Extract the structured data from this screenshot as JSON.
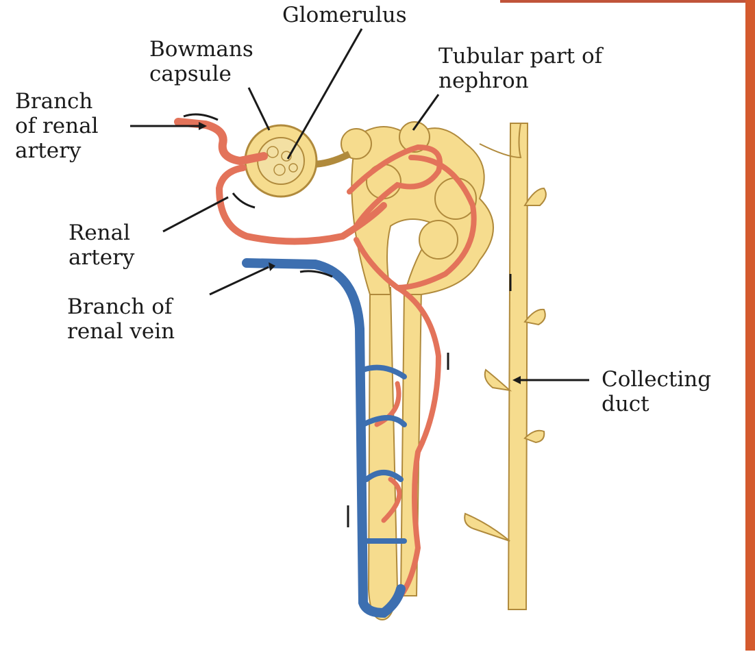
{
  "labels": {
    "glomerulus": "Glomerulus",
    "bowmans_capsule": [
      "Bowmans",
      "capsule"
    ],
    "tubular_part": [
      "Tubular part of",
      "nephron"
    ],
    "branch_renal_artery": [
      "Branch",
      "of renal",
      "artery"
    ],
    "renal_artery": [
      "Renal",
      "artery"
    ],
    "branch_renal_vein": [
      "Branch of",
      "renal vein"
    ],
    "collecting_duct": [
      "Collecting",
      "duct"
    ]
  },
  "colors": {
    "tubule": "#f6dc8e",
    "tubule_stroke": "#b08a3c",
    "artery": "#e3735a",
    "artery_stroke": "#a13c2a",
    "vein": "#3d6fb0",
    "vein_stroke": "#1f3f70",
    "leader": "#1a1a1a",
    "side_bar": "#d45a2e"
  },
  "icons": [
    "arrow-icon"
  ]
}
